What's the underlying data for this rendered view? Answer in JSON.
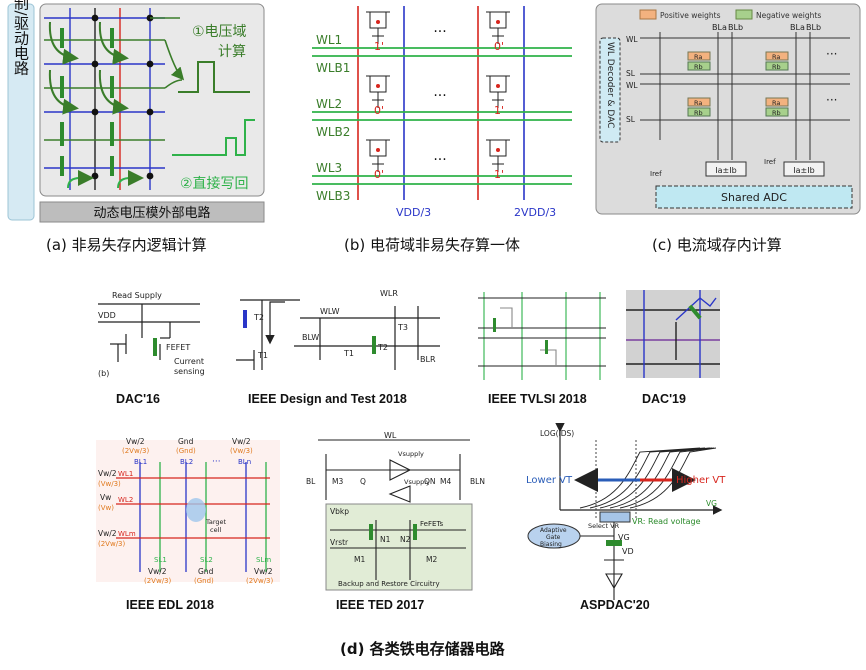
{
  "panel_a": {
    "side_label": "控制/驱动电路",
    "label_1": "①电压域",
    "label_1b": "计算",
    "label_2": "②直接写回",
    "bottom_bar": "动态电压模外部电路",
    "caption": "(a) 非易失存内逻辑计算"
  },
  "panel_b": {
    "word_lines": [
      "WL1",
      "WL2",
      "WL3"
    ],
    "write_lines": [
      "WLB1",
      "WLB2",
      "WLB3"
    ],
    "cell_states": [
      "1'",
      "0'",
      "0'",
      "1'",
      "0'",
      "1'"
    ],
    "ellipsis": "···",
    "vdd_labels": [
      "VDD/3",
      "2VDD/3"
    ],
    "caption": "(b) 电荷域非易失存算一体"
  },
  "panel_c": {
    "legend_pos": "Positive weights",
    "legend_neg": "Negative weights",
    "bl_labels": [
      "BLa",
      "BLb",
      "BLa",
      "BLb"
    ],
    "row_labels": [
      "WL",
      "SL",
      "WL",
      "SL"
    ],
    "res_labels": [
      "Ra",
      "Rb"
    ],
    "decoder": "WL Decoder & DAC",
    "iref": "Iref",
    "adc_block": "Ia±Ib",
    "shared_adc": "Shared ADC",
    "caption": "(c) 电流域存内计算"
  },
  "panel_d": {
    "c1": {
      "read_supply": "Read Supply",
      "vdd": "VDD",
      "fefet": "FEFET",
      "current": "Current",
      "sensing": "sensing",
      "tag": "(b)",
      "ref": "DAC'16"
    },
    "c2": {
      "t2": "T2",
      "t1": "T1",
      "wlw": "WLW",
      "wlr": "WLR",
      "blw": "BLW",
      "blr": "BLR",
      "t3": "T3",
      "ref": "IEEE Design and Test 2018"
    },
    "c3": {
      "ref": "IEEE TVLSI 2018"
    },
    "c4": {
      "ref": "DAC'19"
    },
    "c5": {
      "top": [
        "Vw/2",
        "Gnd",
        "Vw/2"
      ],
      "top_sub": [
        "(2Vw/3)",
        "(Gnd)",
        "(Vw/3)"
      ],
      "bl": [
        "BL1",
        "BL2",
        "BLn"
      ],
      "left": [
        "Vw/2",
        "Vw",
        "Vw/2"
      ],
      "left_sub": [
        "(Vw/3)",
        "(Vw)",
        "(2Vw/3)"
      ],
      "wl": [
        "WL1",
        "WL2",
        "WLm"
      ],
      "target": "Target",
      "cell": "cell",
      "sl": [
        "SL1",
        "SL2",
        "SLm"
      ],
      "bottom": [
        "Vw/2",
        "Gnd",
        "Vw/2"
      ],
      "bottom_sub": [
        "(2Vw/3)",
        "(Gnd)",
        "(2Vw/3)"
      ],
      "ref": "IEEE EDL 2018"
    },
    "c6": {
      "wl": "WL",
      "vsupply": "Vsupply",
      "bl": "BL",
      "bln": "BLN",
      "m3": "M3",
      "m4": "M4",
      "q": "Q",
      "qn": "QN",
      "vbkp": "Vbkp",
      "fefets": "FeFETs",
      "vrstr": "Vrstr",
      "n1": "N1",
      "n2": "N2",
      "m1": "M1",
      "m2": "M2",
      "footer": "Backup and Restore Circuitry",
      "ref": "IEEE TED 2017"
    },
    "c7": {
      "ylabel": "LOG(IDS)",
      "lower": "Lower VT",
      "higher": "Higher VT",
      "vg": "VG",
      "select": "Select VR",
      "vr": "VR: Read voltage",
      "adaptive": "Adaptive",
      "gate": "Gate",
      "biasing": "Biasing",
      "vg2": "VG",
      "vd": "VD",
      "ref": "ASPDAC'20"
    },
    "caption": "(d) 各类铁电存储器电路"
  },
  "colors": {
    "green": "#3a7d2a",
    "lime": "#2fb24a",
    "red": "#d7261e",
    "blue": "#2a36c8",
    "teal": "#1f8fa8",
    "panel_bg": "#dcdcdc",
    "adc_fill": "#bfe8f2"
  }
}
